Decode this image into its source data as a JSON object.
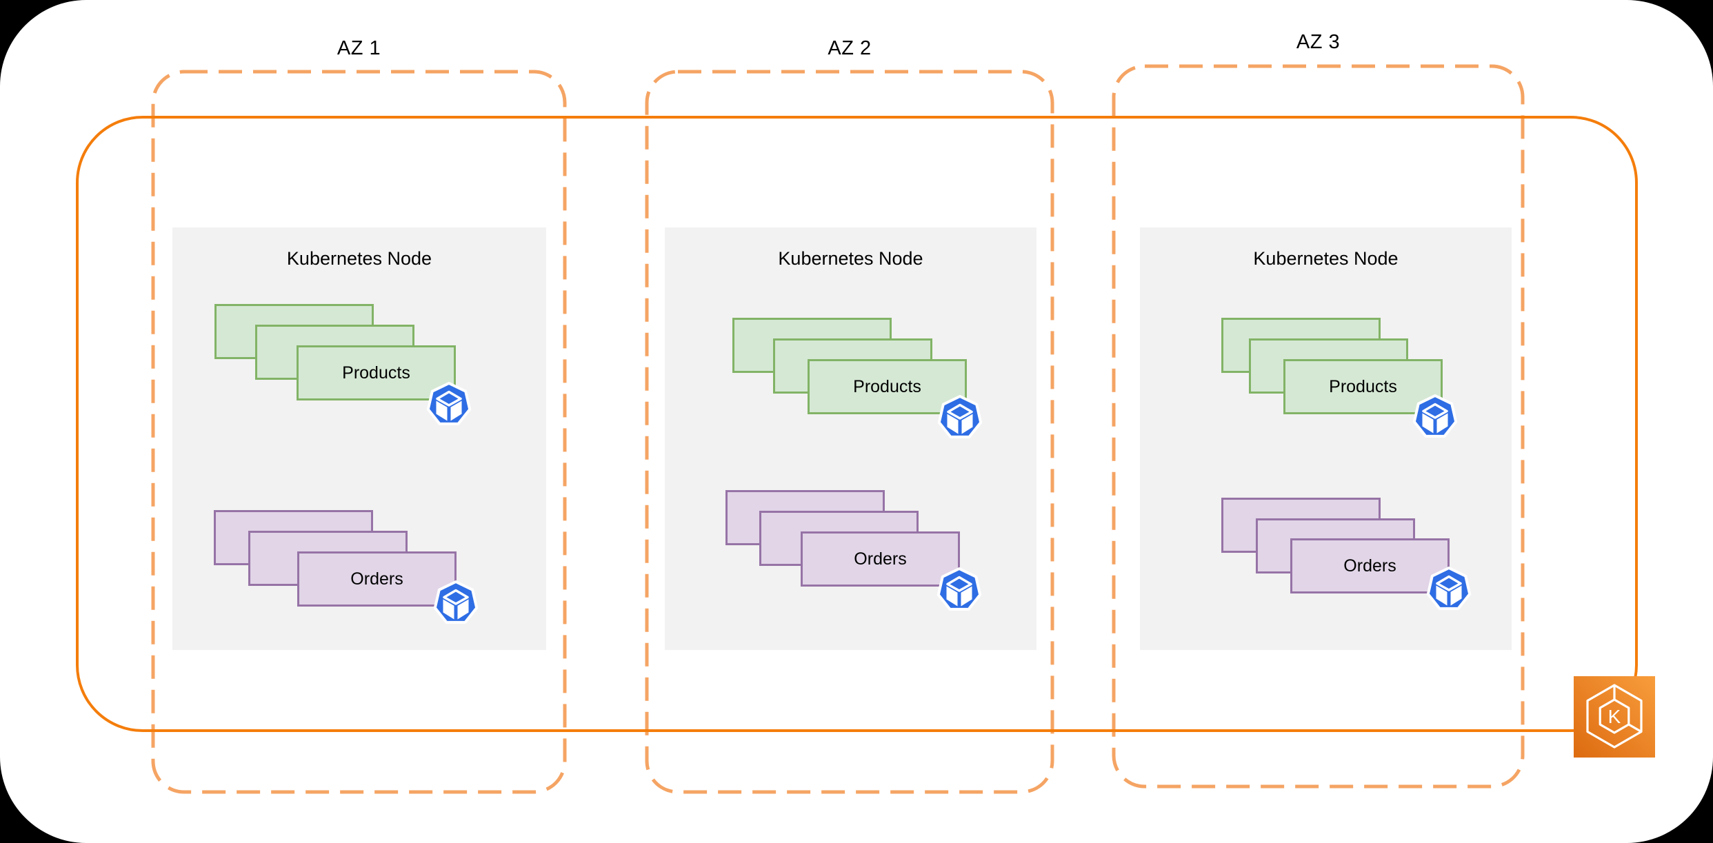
{
  "diagram": {
    "type": "kubernetes-eks-multi-az-architecture",
    "cluster": {
      "icon": "amazon-eks-icon",
      "icon_letter": "K",
      "border_color": "#F47D0B",
      "border_style": "solid"
    },
    "az_boundary": {
      "border_color": "#F5A464",
      "border_style": "dashed"
    },
    "node_fill": "#F2F2F2",
    "pod_icon_color": "#2E6DE4",
    "availability_zones": [
      {
        "label": "AZ 1",
        "node": {
          "title": "Kubernetes Node",
          "workloads": [
            {
              "label": "Products",
              "replicas": 3,
              "fill": "#D5E8D4",
              "border": "#82B366",
              "icon": "kubernetes-pod-icon"
            },
            {
              "label": "Orders",
              "replicas": 3,
              "fill": "#E1D5E7",
              "border": "#9673A6",
              "icon": "kubernetes-pod-icon"
            }
          ]
        }
      },
      {
        "label": "AZ 2",
        "node": {
          "title": "Kubernetes Node",
          "workloads": [
            {
              "label": "Products",
              "replicas": 3,
              "fill": "#D5E8D4",
              "border": "#82B366",
              "icon": "kubernetes-pod-icon"
            },
            {
              "label": "Orders",
              "replicas": 3,
              "fill": "#E1D5E7",
              "border": "#9673A6",
              "icon": "kubernetes-pod-icon"
            }
          ]
        }
      },
      {
        "label": "AZ 3",
        "node": {
          "title": "Kubernetes Node",
          "workloads": [
            {
              "label": "Products",
              "replicas": 3,
              "fill": "#D5E8D4",
              "border": "#82B366",
              "icon": "kubernetes-pod-icon"
            },
            {
              "label": "Orders",
              "replicas": 3,
              "fill": "#E1D5E7",
              "border": "#9673A6",
              "icon": "kubernetes-pod-icon"
            }
          ]
        }
      }
    ]
  }
}
